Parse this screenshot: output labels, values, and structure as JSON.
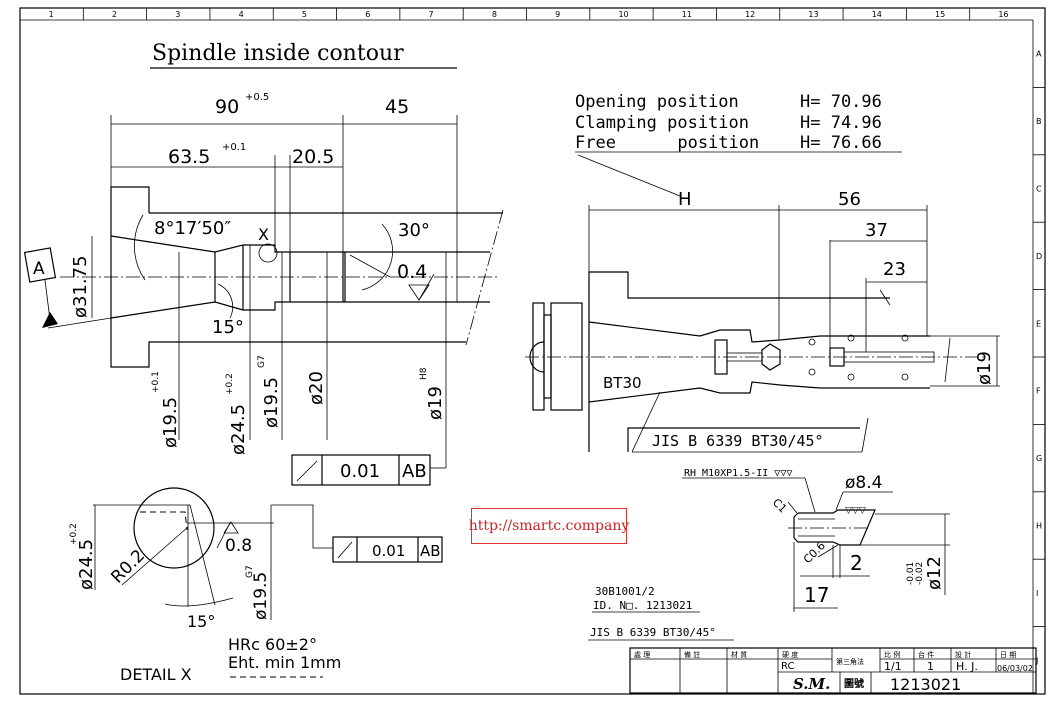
{
  "title": "Spindle inside contour",
  "ruler": {
    "columns": [
      "1",
      "2",
      "3",
      "4",
      "5",
      "6",
      "7",
      "8",
      "9",
      "10",
      "11",
      "12",
      "13",
      "14",
      "15",
      "16"
    ],
    "rows": [
      "A",
      "B",
      "C",
      "D",
      "E",
      "F",
      "G",
      "H",
      "I",
      "J"
    ]
  },
  "main_view": {
    "dim_90": "90",
    "dim_90_tol": "+0.5",
    "dim_45": "45",
    "dim_63_5": "63.5",
    "dim_63_5_tol": "+0.1",
    "dim_20_5": "20.5",
    "angle_taper": "8°17′50″",
    "detail_marker": "X",
    "angle_30": "30°",
    "roughness_04": "0.4",
    "angle_15": "15°",
    "datum_a": "A",
    "dia_31_75": "ø31.75",
    "dia_19_5": "ø19.5",
    "dia_19_5_tol": "+0.1",
    "dia_24_5": "ø24.5",
    "dia_24_5_tol": "+0.2",
    "dia_19_5g7": "ø19.5",
    "dia_19_5g7_tol": "G7",
    "dia_20": "ø20",
    "dia_19h8": "ø19",
    "dia_19h8_tol": "H8",
    "runout": {
      "value": "0.01",
      "datum": "AB"
    }
  },
  "detail_x": {
    "dia_24_5": "ø24.5",
    "dia_24_5_tol": "+0.2",
    "radius": "R0.2",
    "roughness": "0.8",
    "angle": "15°",
    "dia_19_5": "ø19.5",
    "dia_19_5_tol": "G7",
    "runout": {
      "value": "0.01",
      "datum": "AB"
    },
    "label": "DETAIL  X",
    "hardness": "HRc  60±2°",
    "depth": "Eht.  min  1mm"
  },
  "positions": [
    {
      "label": "Opening  position",
      "value": "H=  70.96"
    },
    {
      "label": "Clamping  position",
      "value": "H=  74.96"
    },
    {
      "label": "Free      position",
      "value": "H=  76.66"
    }
  ],
  "assembly_view": {
    "dim_h": "H",
    "dim_56": "56",
    "dim_37": "37",
    "dim_23": "23",
    "dia_19": "ø19",
    "bt30": "BT30",
    "standard": "JIS  B  6339  BT30/45°"
  },
  "stud_view": {
    "thread": "RH  M10XP1.5-II  ▽▽▽",
    "dia_8_4": "ø8.4",
    "c1": "C1",
    "c06": "C0.6",
    "dim_2": "2",
    "dim_17": "17",
    "dia_12": "ø12",
    "dia_12_tol_upper": "-0.01",
    "dia_12_tol_lower": "-0.02"
  },
  "part_info": {
    "part_no": "30B1001/2",
    "id_no": "ID. N□.  1213021",
    "standard": "JIS  B  6339  BT30/45°"
  },
  "title_block": {
    "headers": [
      "處  理",
      "備  註",
      "材  質",
      "硬  度",
      "第三角法",
      "比 例",
      "台 件",
      "設  計",
      "日  期"
    ],
    "hardness": "RC",
    "scale": "1/1",
    "quantity": "1",
    "designer": "H. J.",
    "date": "06/03/02",
    "company": "S.M.",
    "drawing_no_label": "圖號",
    "drawing_no": "1213021"
  },
  "watermark": "http://smartc.company"
}
